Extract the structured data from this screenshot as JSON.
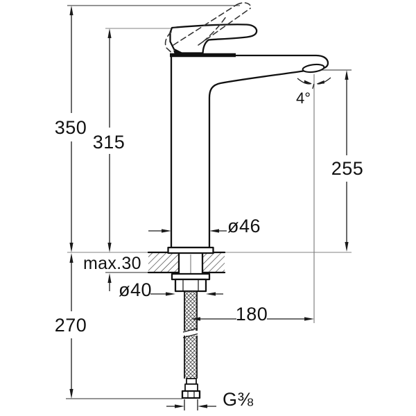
{
  "dims": {
    "overall_height": "350",
    "handle_top_height": "315",
    "outlet_height": "255",
    "below_deck_length": "270",
    "max_deck_thickness": "max.30",
    "body_diameter": "ø46",
    "shank_nut_diameter": "ø40",
    "spout_reach": "180",
    "supply_thread": "G⅜",
    "outlet_angle": "4°"
  },
  "colors": {
    "outline": "#111111",
    "dimension_line": "#1a1a1a",
    "extension_line": "#9a9a9a",
    "background": "#ffffff"
  }
}
